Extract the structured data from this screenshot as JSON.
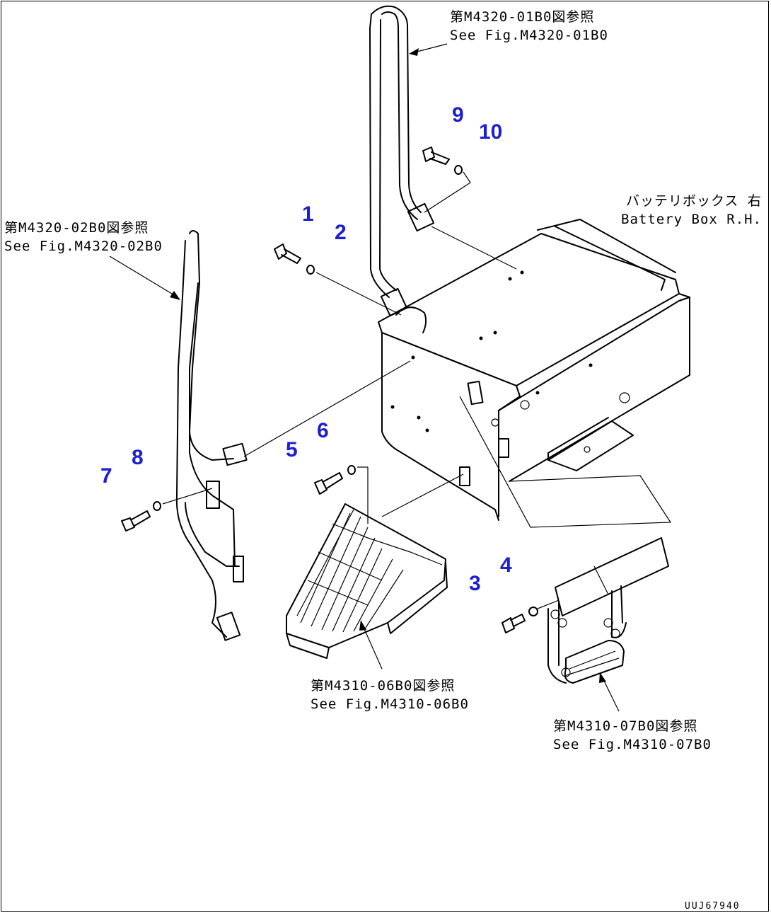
{
  "references": {
    "top_handrail": {
      "jp": "第M4320-01B0図参照",
      "en": "See Fig.M4320-01B0"
    },
    "left_handrail": {
      "jp": "第M4320-02B0図参照",
      "en": "See Fig.M4320-02B0"
    },
    "step_left": {
      "jp": "第M4310-06B0図参照",
      "en": "See Fig.M4310-06B0"
    },
    "step_right": {
      "jp": "第M4310-07B0図参照",
      "en": "See Fig.M4310-07B0"
    },
    "battery_box": {
      "jp": "バッテリボックス 右",
      "en": "Battery Box R.H."
    }
  },
  "callouts": [
    "1",
    "2",
    "3",
    "4",
    "5",
    "6",
    "7",
    "8",
    "9",
    "10"
  ],
  "drawing_code": "UUJ67940"
}
